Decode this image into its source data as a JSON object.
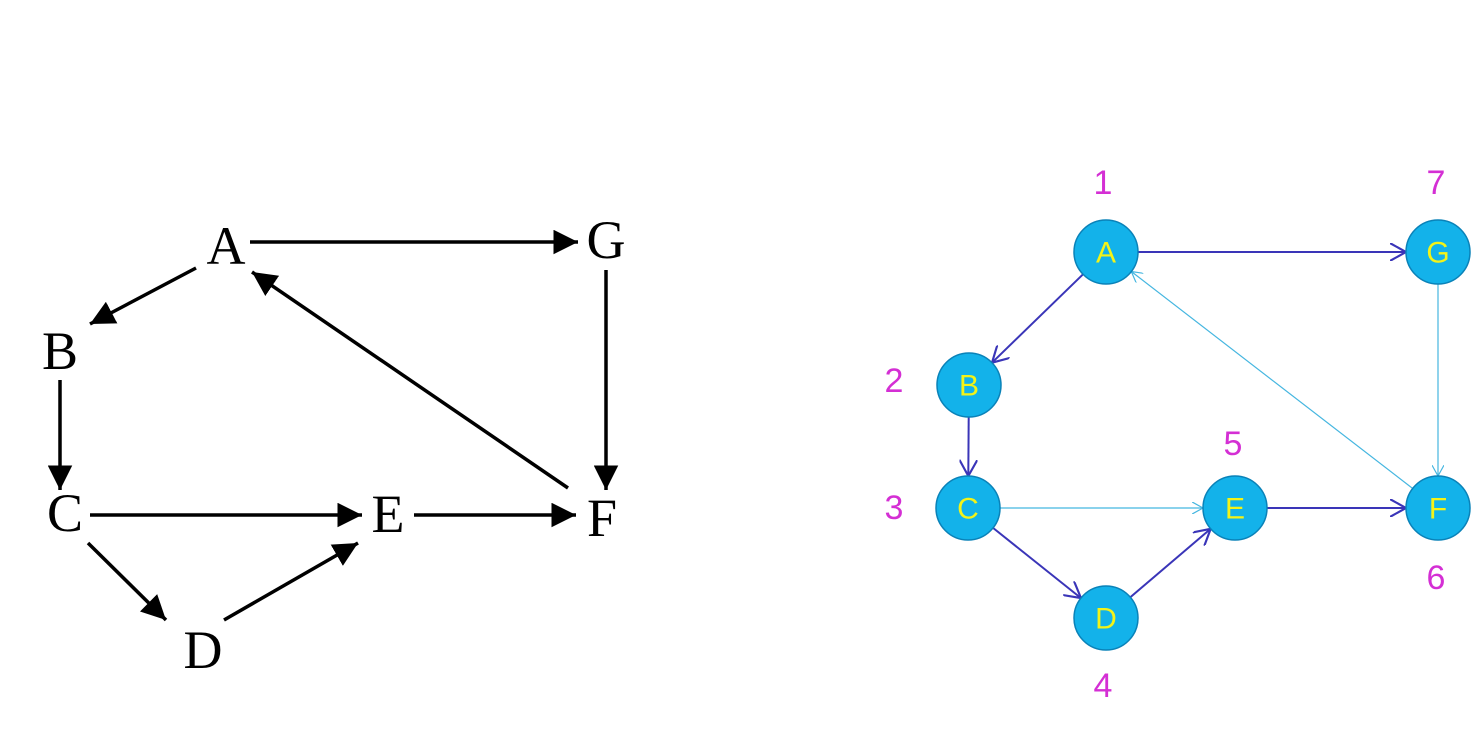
{
  "colors": {
    "left_edge": "#000000",
    "node_fill": "#13b2ea",
    "node_stroke": "#0a82b8",
    "node_text": "#f3f318",
    "tree_edge": "#3a35b8",
    "back_edge": "#45b6e0",
    "order_text": "#d42fd4"
  },
  "left_graph": {
    "nodes": [
      {
        "id": "A",
        "label": "A"
      },
      {
        "id": "B",
        "label": "B"
      },
      {
        "id": "C",
        "label": "C"
      },
      {
        "id": "D",
        "label": "D"
      },
      {
        "id": "E",
        "label": "E"
      },
      {
        "id": "F",
        "label": "F"
      },
      {
        "id": "G",
        "label": "G"
      }
    ],
    "edges": [
      {
        "from": "A",
        "to": "G"
      },
      {
        "from": "A",
        "to": "B"
      },
      {
        "from": "B",
        "to": "C"
      },
      {
        "from": "C",
        "to": "E"
      },
      {
        "from": "C",
        "to": "D"
      },
      {
        "from": "D",
        "to": "E"
      },
      {
        "from": "E",
        "to": "F"
      },
      {
        "from": "G",
        "to": "F"
      },
      {
        "from": "F",
        "to": "A"
      }
    ]
  },
  "right_graph": {
    "nodes": [
      {
        "id": "A",
        "label": "A",
        "order": "1"
      },
      {
        "id": "B",
        "label": "B",
        "order": "2"
      },
      {
        "id": "C",
        "label": "C",
        "order": "3"
      },
      {
        "id": "D",
        "label": "D",
        "order": "4"
      },
      {
        "id": "E",
        "label": "E",
        "order": "5"
      },
      {
        "id": "F",
        "label": "F",
        "order": "6"
      },
      {
        "id": "G",
        "label": "G",
        "order": "7"
      }
    ],
    "edges": [
      {
        "from": "A",
        "to": "G",
        "kind": "tree"
      },
      {
        "from": "A",
        "to": "B",
        "kind": "tree"
      },
      {
        "from": "B",
        "to": "C",
        "kind": "tree"
      },
      {
        "from": "C",
        "to": "D",
        "kind": "tree"
      },
      {
        "from": "D",
        "to": "E",
        "kind": "tree"
      },
      {
        "from": "E",
        "to": "F",
        "kind": "tree"
      },
      {
        "from": "C",
        "to": "E",
        "kind": "back"
      },
      {
        "from": "G",
        "to": "F",
        "kind": "back"
      },
      {
        "from": "F",
        "to": "A",
        "kind": "back"
      }
    ]
  }
}
